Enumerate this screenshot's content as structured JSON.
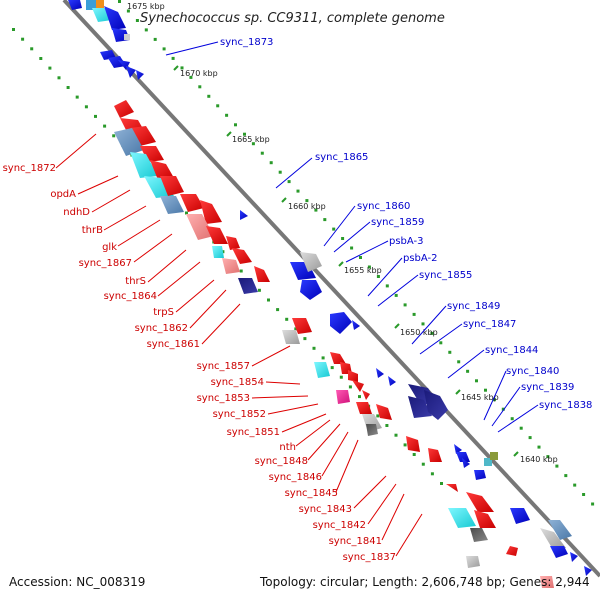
{
  "title": "Synechococcus sp. CC9311, complete genome",
  "footer": {
    "accession": "Accession: NC_008319",
    "topology": "Topology: circular; Length: 2,606,748 bp; Genes: 2,944"
  },
  "ruler": [
    "1675 kbp",
    "1670 kbp",
    "1665 kbp",
    "1660 kbp",
    "1655 kbp",
    "1650 kbp",
    "1645 kbp",
    "1640 kbp"
  ],
  "colors": {
    "forward_strand": "#0000e6",
    "reverse_strand": "#e60000",
    "backbone": "#777777",
    "gc_dots": "#2a9a2a"
  },
  "forward_genes": [
    "sync_1873",
    "sync_1865",
    "sync_1860",
    "sync_1859",
    "psbA-3",
    "psbA-2",
    "sync_1855",
    "sync_1849",
    "sync_1847",
    "sync_1844",
    "sync_1840",
    "sync_1839",
    "sync_1838"
  ],
  "reverse_genes": [
    "sync_1872",
    "opdA",
    "ndhD",
    "thrB",
    "glk",
    "sync_1867",
    "thrS",
    "sync_1864",
    "trpS",
    "sync_1862",
    "sync_1861",
    "sync_1857",
    "sync_1854",
    "sync_1853",
    "sync_1852",
    "sync_1851",
    "nth",
    "sync_1848",
    "sync_1846",
    "sync_1845",
    "sync_1843",
    "sync_1842",
    "sync_1841",
    "sync_1837"
  ]
}
